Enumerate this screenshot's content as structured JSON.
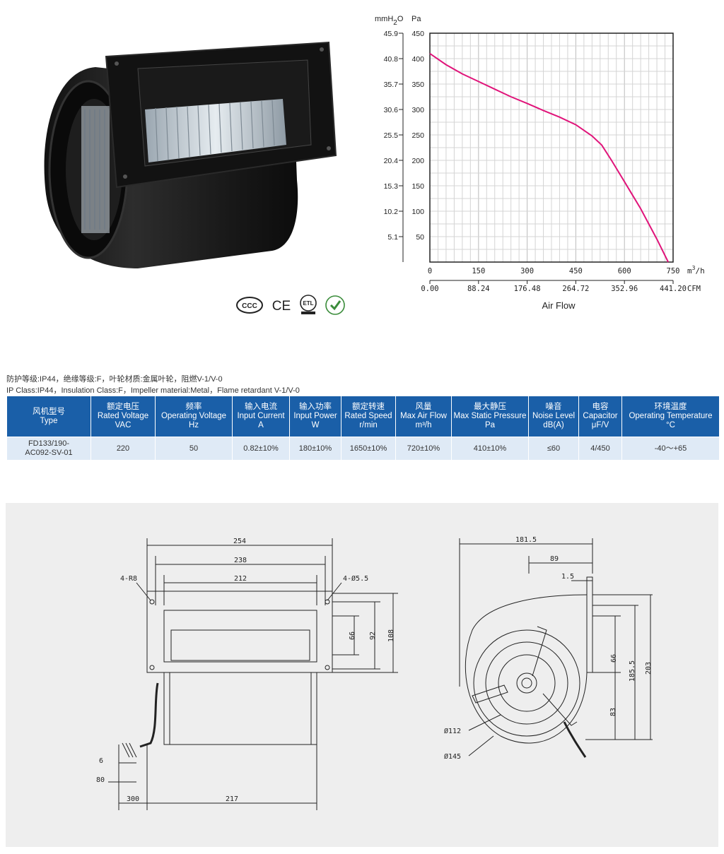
{
  "certifications": [
    "CCC",
    "CE",
    "ETL Intertek",
    "RoHS"
  ],
  "chart_data": {
    "type": "line",
    "title": "",
    "xlabel": "Air Flow",
    "x_unit": "m³/h",
    "x_unit_parts": {
      "base": "m",
      "sup": "3",
      "rest": "/h"
    },
    "x_secondary_unit": "CFM",
    "y_unit_left": "mmH₂O",
    "y_unit_left_parts": {
      "base": "mmH",
      "sub": "2",
      "rest": "O"
    },
    "y_unit_right": "Pa",
    "xlim": [
      0,
      750
    ],
    "ylim": [
      0,
      450
    ],
    "x_ticks": [
      "0",
      "150",
      "300",
      "450",
      "600",
      "750"
    ],
    "x_ticks_cfm": [
      "0.00",
      "88.24",
      "176.48",
      "264.72",
      "352.96",
      "441.20"
    ],
    "y_ticks_pa": [
      "50",
      "100",
      "150",
      "200",
      "250",
      "300",
      "350",
      "400",
      "450"
    ],
    "y_ticks_mmh2o": [
      "5.1",
      "10.2",
      "15.3",
      "20.4",
      "25.5",
      "30.6",
      "35.7",
      "40.8",
      "45.9"
    ],
    "grid": true,
    "series": [
      {
        "color": "#e0147a",
        "x": [
          0,
          50,
          100,
          150,
          200,
          250,
          300,
          350,
          400,
          450,
          500,
          530,
          560,
          600,
          650,
          700,
          735
        ],
        "y": [
          410,
          388,
          370,
          355,
          340,
          325,
          312,
          298,
          285,
          270,
          248,
          230,
          200,
          158,
          105,
          45,
          0
        ]
      }
    ]
  },
  "spec_note_cn": "防护等级:IP44，绝缘等级:F，叶轮材质:金属叶轮，阻燃V-1/V-0",
  "spec_note_en": "IP Class:IP44，Insulation Class:F，Impeller material:Metal，Flame retardant V-1/V-0",
  "table": {
    "headers": [
      {
        "cn": "风机型号",
        "en": "Type",
        "unit": ""
      },
      {
        "cn": "额定电压",
        "en": "Rated Voltage",
        "unit": "VAC"
      },
      {
        "cn": "频率",
        "en": "Operating Voltage",
        "unit": "Hz"
      },
      {
        "cn": "输入电流",
        "en": "Input Current",
        "unit": "A"
      },
      {
        "cn": "输入功率",
        "en": "Input Power",
        "unit": "W"
      },
      {
        "cn": "额定转速",
        "en": "Rated Speed",
        "unit": "r/min"
      },
      {
        "cn": "风量",
        "en": "Max Air Flow",
        "unit": "m³/h"
      },
      {
        "cn": "最大静压",
        "en": "Max Static Pressure",
        "unit": "Pa"
      },
      {
        "cn": "噪音",
        "en": "Noise Level",
        "unit": "dB(A)"
      },
      {
        "cn": "电容",
        "en": "Capacitor",
        "unit": "μF/V"
      },
      {
        "cn": "环境温度",
        "en": "Operating Temperature",
        "unit": "°C"
      }
    ],
    "row": {
      "type_line1": "FD133/190-",
      "type_line2": "AC092-SV-01",
      "voltage": "220",
      "frequency": "50",
      "current": "0.82±10%",
      "power": "180±10%",
      "speed": "1650±10%",
      "airflow": "720±10%",
      "pressure": "410±10%",
      "noise": "≤60",
      "capacitor": "4/450",
      "temperature": "-40～+65"
    }
  },
  "drawing": {
    "front": {
      "overall_width": "254",
      "flange_width": "238",
      "outlet_width": "212",
      "hole_radius": "4-R8",
      "hole_dia": "4-Ø5.5",
      "outlet_height": "66",
      "hole_pitch": "92",
      "flange_height": "108",
      "wire_strip": "6",
      "wire_end": "80",
      "lead_length": "300",
      "body_length": "217"
    },
    "side": {
      "overall_depth": "181.5",
      "outlet_depth": "89",
      "flange_thickness": "1.5",
      "outlet_height": "66",
      "center_height": "83",
      "flange_height": "185.5",
      "overall_height": "203",
      "inlet_dia": "Ø112",
      "housing_dia": "Ø145"
    }
  }
}
